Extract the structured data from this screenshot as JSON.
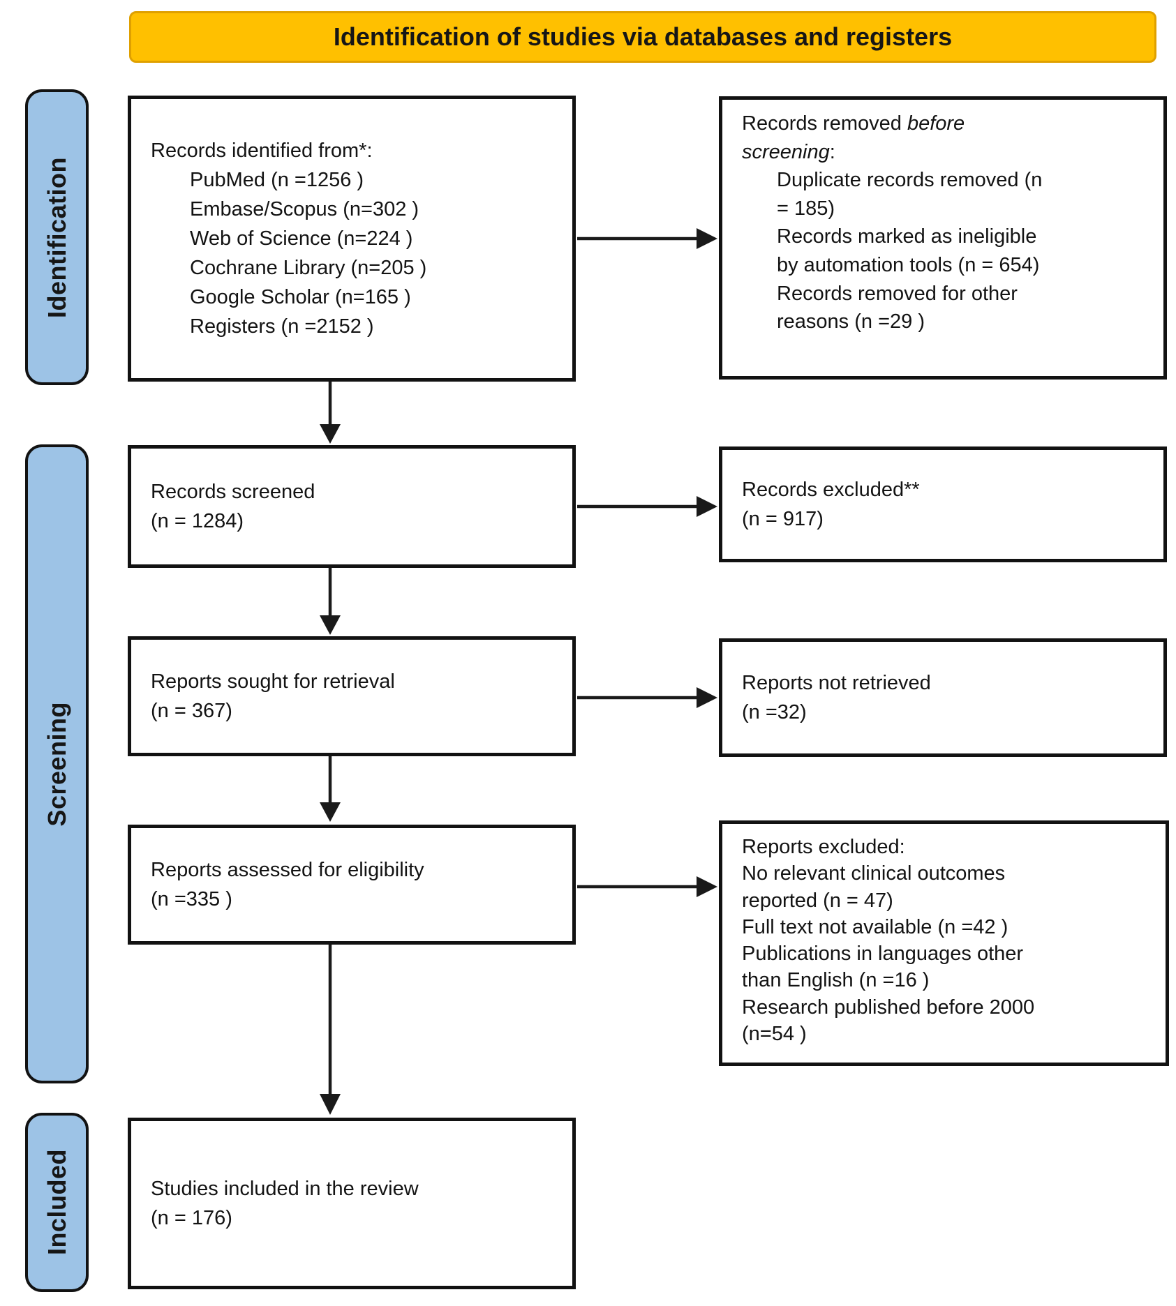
{
  "header": {
    "title": "Identification of studies via databases and registers"
  },
  "sidebar": {
    "stages": [
      {
        "label": "Identification"
      },
      {
        "label": "Screening"
      },
      {
        "label": "Included"
      }
    ]
  },
  "flow": {
    "records_identified": {
      "title": "Records identified from*:",
      "sources": [
        "PubMed (n =1256 )",
        "Embase/Scopus (n=302 )",
        "Web of Science (n=224 )",
        "Cochrane Library (n=205 )",
        "Google Scholar (n=165 )",
        "Registers (n =2152 )"
      ]
    },
    "records_removed": {
      "title_prefix": "Records removed ",
      "title_italic_line1": "before",
      "title_italic_line2": "screening",
      "title_suffix": ":",
      "reasons": [
        "Duplicate records removed (n = 185)",
        "Records marked as ineligible by automation tools (n = 654)",
        "Records removed for other reasons (n =29 )"
      ]
    },
    "records_screened": {
      "line1": "Records screened",
      "line2": "(n = 1284)"
    },
    "records_excluded": {
      "line1": "Records excluded**",
      "line2": "(n = 917)"
    },
    "reports_sought": {
      "line1": "Reports sought for retrieval",
      "line2": "(n = 367)"
    },
    "reports_not_retrieved": {
      "line1": "Reports not retrieved",
      "line2": "(n =32)"
    },
    "reports_assessed": {
      "line1": "Reports assessed for eligibility",
      "line2": "(n =335 )"
    },
    "reports_excluded": {
      "title": "Reports excluded:",
      "reasons": [
        "No relevant clinical outcomes reported (n = 47)",
        "Full text not available (n =42 )",
        "Publications in languages other than English (n =16 )",
        "Research published before 2000 (n=54 )"
      ]
    },
    "studies_included": {
      "line1": "Studies included in the review",
      "line2": "(n = 176)"
    }
  },
  "colors": {
    "header-bg": "#FFC000",
    "header-border": "#DFA000",
    "stage-bg": "#9DC3E6",
    "stage-border": "#121212",
    "box-border": "#121212",
    "arrow": "#1a1a1a",
    "text": "#131313"
  }
}
